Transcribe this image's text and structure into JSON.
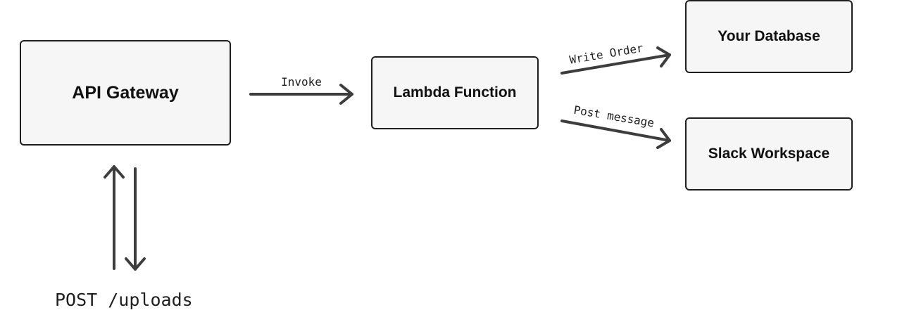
{
  "diagram": {
    "nodes": {
      "api_gateway": "API Gateway",
      "lambda": "Lambda Function",
      "database": "Your Database",
      "slack": "Slack Workspace"
    },
    "edges": {
      "invoke": "Invoke",
      "write_order": "Write Order",
      "post_message": "Post message"
    },
    "endpoint": "POST /uploads"
  }
}
